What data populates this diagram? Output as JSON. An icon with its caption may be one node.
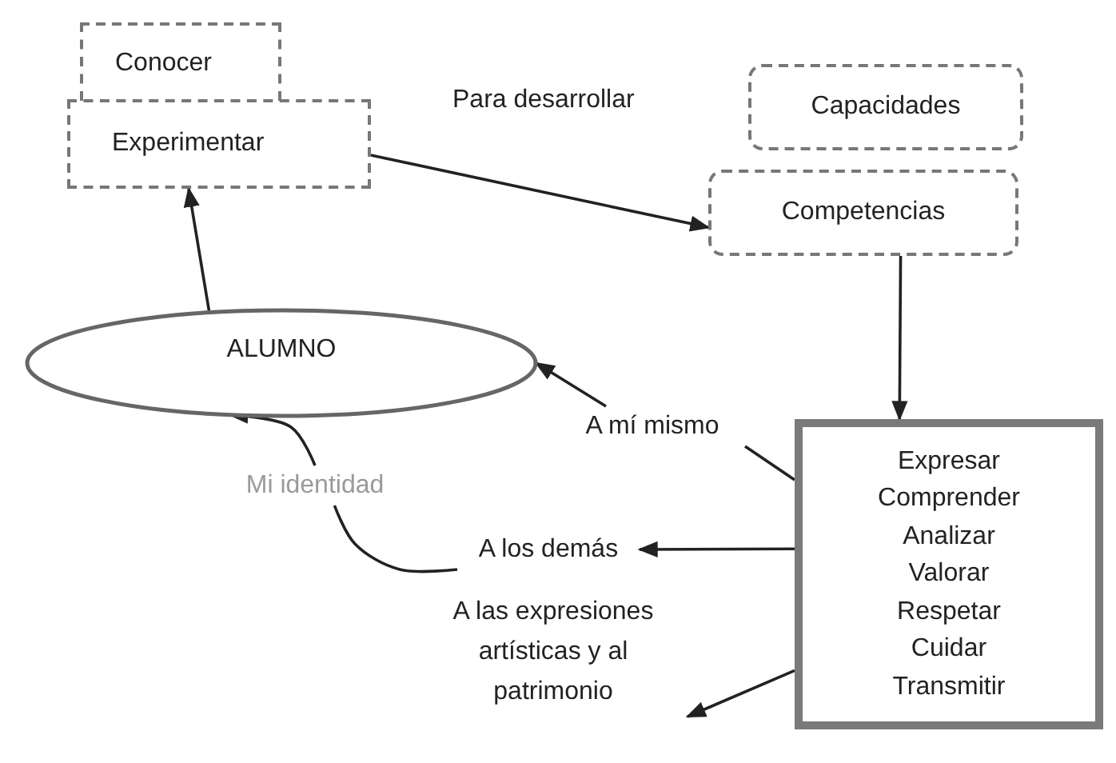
{
  "diagram": {
    "nodes": [
      {
        "text": [
          "Conocer"
        ]
      },
      {
        "text": [
          "Experimentar"
        ]
      },
      {
        "text": [
          "Capacidades"
        ]
      },
      {
        "text": [
          "Competencias"
        ]
      },
      {
        "text": [
          "ALUMNO"
        ]
      },
      {
        "text": [
          "Mi identidad"
        ]
      },
      {
        "text": [
          "A mí mismo"
        ]
      },
      {
        "text": [
          "A los demás"
        ]
      },
      {
        "text": [
          "A las expresiones artísticas y al patrimonio"
        ]
      },
      {
        "text": [
          "Expresar",
          "Comprender",
          "Analizar",
          "Valorar",
          "Respetar",
          "Cuidar",
          "Transmitir"
        ]
      }
    ],
    "edges": [
      {
        "from": 4,
        "to": 1,
        "arrow": "to"
      },
      {
        "from": 1,
        "to": 3,
        "arrow": "to",
        "label": "Para desarrollar"
      },
      {
        "from": 3,
        "to": 9,
        "arrow": "to"
      },
      {
        "from": 9,
        "to": 6,
        "arrow": "none"
      },
      {
        "from": 6,
        "to": 4,
        "arrow": "to"
      },
      {
        "from": 9,
        "to": 7,
        "arrow": "to"
      },
      {
        "from": 9,
        "to": 8,
        "arrow": "to"
      },
      {
        "from": 7,
        "to": 5,
        "arrow": "none"
      },
      {
        "from": 5,
        "to": 4,
        "arrow": "to"
      }
    ]
  }
}
